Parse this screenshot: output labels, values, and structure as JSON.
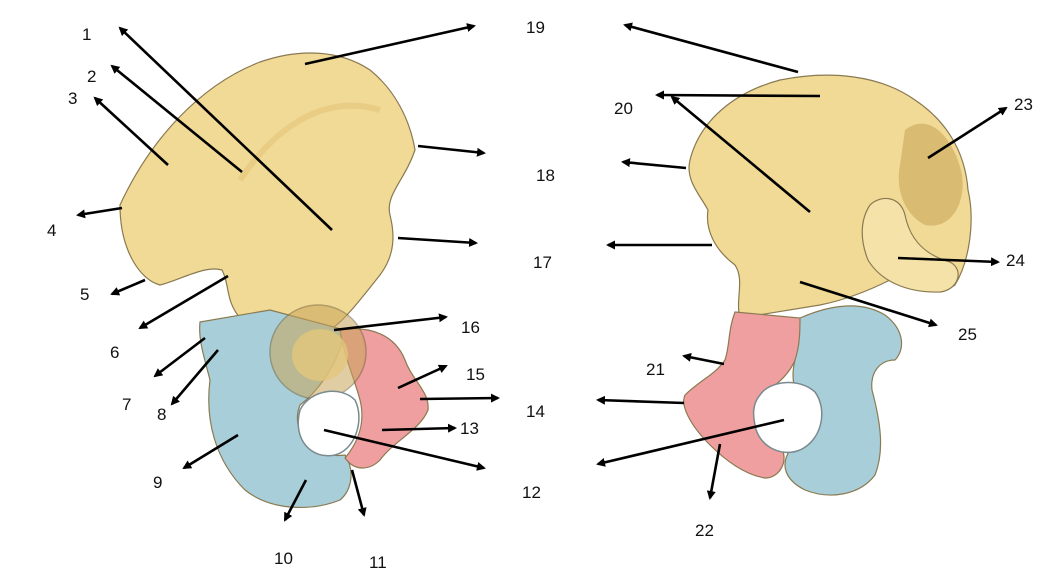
{
  "colors": {
    "ilium": "#f1d996",
    "ilium_shade": "#d9b767",
    "ischium": "#a8cfd9",
    "ischium_shade": "#7fb0bf",
    "pubis": "#ef9f9f",
    "pubis_shade": "#d87b7b",
    "background": "#ffffff",
    "arrow": "#000000"
  },
  "labels": [
    {
      "id": "1",
      "text": "1"
    },
    {
      "id": "2",
      "text": "2"
    },
    {
      "id": "3",
      "text": "3"
    },
    {
      "id": "4",
      "text": "4"
    },
    {
      "id": "5",
      "text": "5"
    },
    {
      "id": "6",
      "text": "6"
    },
    {
      "id": "7",
      "text": "7"
    },
    {
      "id": "8",
      "text": "8"
    },
    {
      "id": "9",
      "text": "9"
    },
    {
      "id": "10",
      "text": "10"
    },
    {
      "id": "11",
      "text": "11"
    },
    {
      "id": "12",
      "text": "12"
    },
    {
      "id": "13",
      "text": "13"
    },
    {
      "id": "14",
      "text": "14"
    },
    {
      "id": "15",
      "text": "15"
    },
    {
      "id": "16",
      "text": "16"
    },
    {
      "id": "17",
      "text": "17"
    },
    {
      "id": "18",
      "text": "18"
    },
    {
      "id": "19",
      "text": "19"
    },
    {
      "id": "20",
      "text": "20"
    },
    {
      "id": "21",
      "text": "21"
    },
    {
      "id": "22",
      "text": "22"
    },
    {
      "id": "23",
      "text": "23"
    },
    {
      "id": "24",
      "text": "24"
    },
    {
      "id": "25",
      "text": "25"
    }
  ]
}
